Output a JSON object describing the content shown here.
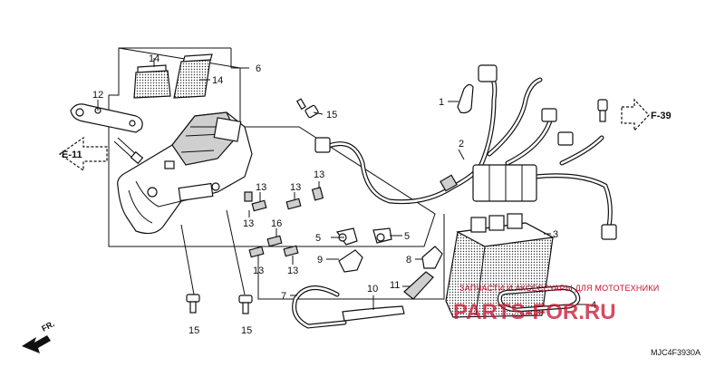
{
  "diagram": {
    "callouts": [
      {
        "id": "c1",
        "text": "1"
      },
      {
        "id": "c2",
        "text": "2"
      },
      {
        "id": "c3",
        "text": "3"
      },
      {
        "id": "c4",
        "text": "4"
      },
      {
        "id": "c5a",
        "text": "5"
      },
      {
        "id": "c5b",
        "text": "5"
      },
      {
        "id": "c6",
        "text": "6"
      },
      {
        "id": "c7",
        "text": "7"
      },
      {
        "id": "c8",
        "text": "8"
      },
      {
        "id": "c9",
        "text": "9"
      },
      {
        "id": "c10",
        "text": "10"
      },
      {
        "id": "c11",
        "text": "11"
      },
      {
        "id": "c12",
        "text": "12"
      },
      {
        "id": "c13a",
        "text": "13"
      },
      {
        "id": "c13b",
        "text": "13"
      },
      {
        "id": "c13c",
        "text": "13"
      },
      {
        "id": "c13d",
        "text": "13"
      },
      {
        "id": "c13e",
        "text": "13"
      },
      {
        "id": "c13f",
        "text": "13"
      },
      {
        "id": "c14a",
        "text": "14"
      },
      {
        "id": "c14b",
        "text": "14"
      },
      {
        "id": "c15a",
        "text": "15"
      },
      {
        "id": "c15b",
        "text": "15"
      },
      {
        "id": "c15c",
        "text": "15"
      },
      {
        "id": "c16",
        "text": "16"
      }
    ],
    "references": {
      "e11": "E-11",
      "f39": "F-39",
      "fr": "FR."
    },
    "part_code": "MJC4F3930A"
  },
  "watermark": {
    "tagline": "ЗАПЧАСТИ И АКСЕССУАРЫ ДЛЯ МОТОТЕХНИКИ",
    "logo": "PARTS-FOR.RU",
    "color": "#c8102e"
  }
}
